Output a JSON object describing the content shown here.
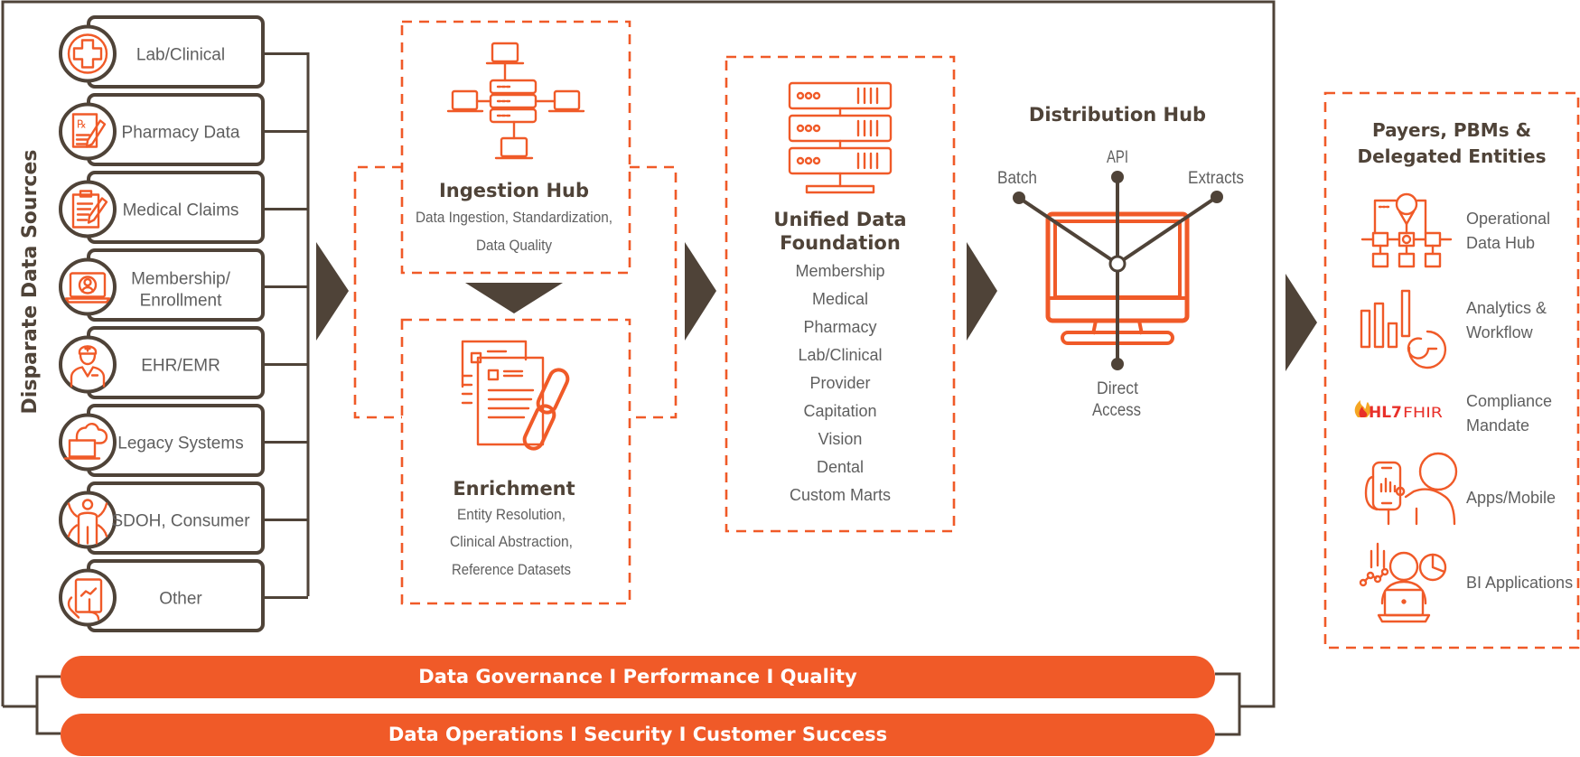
{
  "colors": {
    "accent": "#f05a28",
    "dark": "#4f4338",
    "text": "#5f5f5f"
  },
  "sources": {
    "label": "Disparate Data Sources",
    "items": [
      {
        "line1": "Lab/Clinical",
        "line2": "",
        "icon": "medical-cross-icon"
      },
      {
        "line1": "Pharmacy Data",
        "line2": "",
        "icon": "prescription-icon"
      },
      {
        "line1": "Medical Claims",
        "line2": "",
        "icon": "clipboard-icon"
      },
      {
        "line1": "Membership/",
        "line2": "Enrollment",
        "icon": "member-laptop-icon"
      },
      {
        "line1": "EHR/EMR",
        "line2": "",
        "icon": "nurse-icon"
      },
      {
        "line1": "Legacy Systems",
        "line2": "",
        "icon": "cloud-laptop-icon"
      },
      {
        "line1": "SDOH, Consumer",
        "line2": "",
        "icon": "person-arrows-icon"
      },
      {
        "line1": "Other",
        "line2": "",
        "icon": "tablet-hand-icon"
      }
    ]
  },
  "ingestion": {
    "title": "Ingestion Hub",
    "desc1": "Data Ingestion, Standardization,",
    "desc2": "Data Quality"
  },
  "enrichment": {
    "title": "Enrichment",
    "desc1": "Entity Resolution,",
    "desc2": "Clinical Abstraction,",
    "desc3": "Reference Datasets"
  },
  "foundation": {
    "title1": "Unified Data",
    "title2": "Foundation",
    "items": [
      "Membership",
      "Medical",
      "Pharmacy",
      "Lab/Clinical",
      "Provider",
      "Capitation",
      "Vision",
      "Dental",
      "Custom Marts"
    ]
  },
  "distribution": {
    "title": "Distribution Hub",
    "batch": "Batch",
    "api": "API",
    "extracts": "Extracts",
    "direct1": "Direct",
    "direct2": "Access"
  },
  "consumers": {
    "title1": "Payers, PBMs &",
    "title2": "Delegated Entities",
    "items": [
      {
        "line1": "Operational",
        "line2": "Data Hub",
        "icon": "data-hub-icon"
      },
      {
        "line1": "Analytics &",
        "line2": "Workflow",
        "icon": "analytics-icon"
      },
      {
        "line1": "Compliance",
        "line2": "Mandate",
        "icon": "hl7-fhir-logo"
      },
      {
        "line1": "Apps/Mobile",
        "line2": "",
        "icon": "mobile-user-icon"
      },
      {
        "line1": "BI Applications",
        "line2": "",
        "icon": "bi-user-icon"
      }
    ],
    "fhir_hl7": "HL7",
    "fhir_text": "FHIR"
  },
  "bars": {
    "top": [
      "Data Governance",
      "Performance",
      "Quality"
    ],
    "bottom": [
      "Data Operations",
      "Security",
      "Customer Success"
    ],
    "separator": "I"
  }
}
